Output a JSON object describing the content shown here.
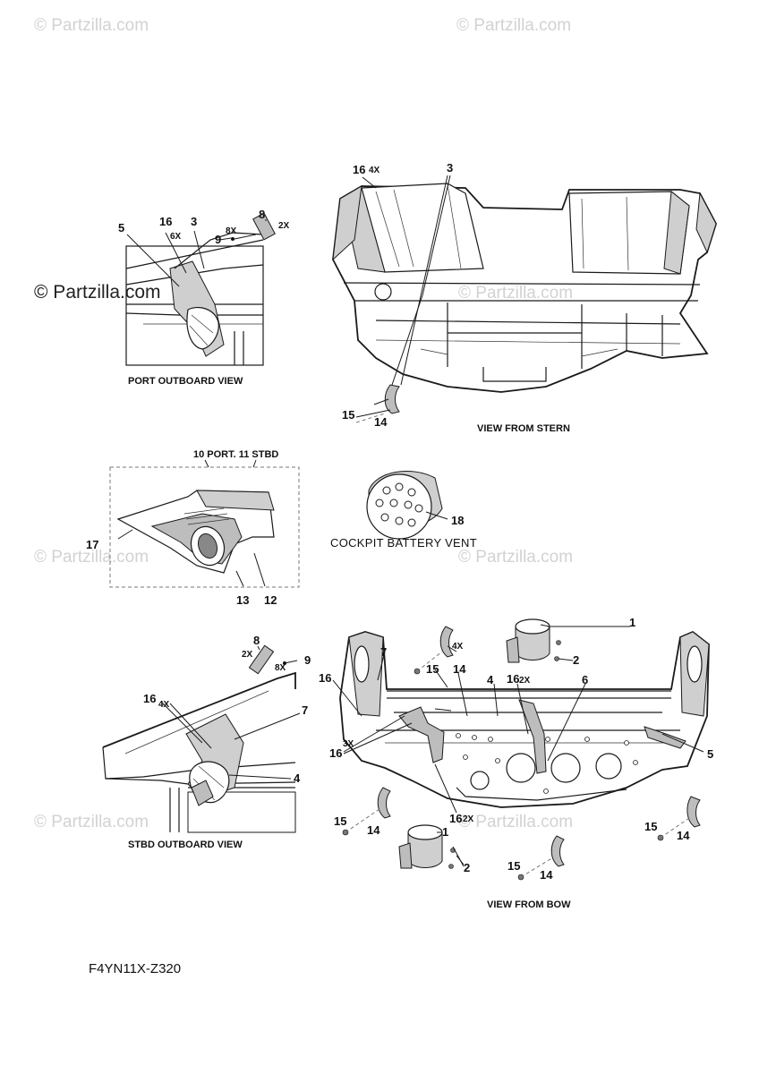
{
  "watermarks": {
    "brand": "© Partzilla.com"
  },
  "captions": {
    "port_outboard_view": "PORT OUTBOARD VIEW",
    "view_from_stern": "VIEW FROM STERN",
    "cockpit_battery_vent": "COCKPIT BATTERY VENT",
    "stbd_outboard_view": "STBD OUTBOARD VIEW",
    "view_from_bow": "VIEW FROM BOW",
    "figure_code": "F4YN11X-Z320"
  },
  "callouts": {
    "port_panel": {
      "c5": "5",
      "c16": "16",
      "c16_mult": "6X",
      "c3": "3",
      "c9": "9",
      "c9_mult": "8X",
      "c8": "8",
      "c8_mult": "2X"
    },
    "stern_view": {
      "c16": "16",
      "c16_mult": "4X",
      "c3": "3",
      "c15": "15",
      "c14": "14"
    },
    "cover_group": {
      "header": "10 PORT. 11 STBD",
      "c17": "17",
      "c13": "13",
      "c12": "12"
    },
    "battery_vent": {
      "c18": "18"
    },
    "stbd_panel": {
      "c8": "8",
      "c8_mult": "2X",
      "c9": "9",
      "c9_mult": "8X",
      "c16": "16",
      "c16_mult": "4X",
      "c7": "7",
      "c4": "4"
    },
    "bow_view": {
      "c7": "7",
      "c4x": "4X",
      "c1_top": "1",
      "c2_top": "2",
      "c15_a": "15",
      "c14_a": "14",
      "c16_a": "16",
      "c4": "4",
      "c16_b": "16",
      "c16_b_mult": "2X",
      "c6": "6",
      "c16_c": "16",
      "c16_c_mult": "3X",
      "c5": "5",
      "c15_b": "15",
      "c14_b": "14",
      "c16_d": "16",
      "c16_d_mult": "2X",
      "c1_bot": "1",
      "c2_bot": "2",
      "c15_c": "15",
      "c14_c": "14",
      "c15_d": "15",
      "c14_d": "14"
    }
  }
}
